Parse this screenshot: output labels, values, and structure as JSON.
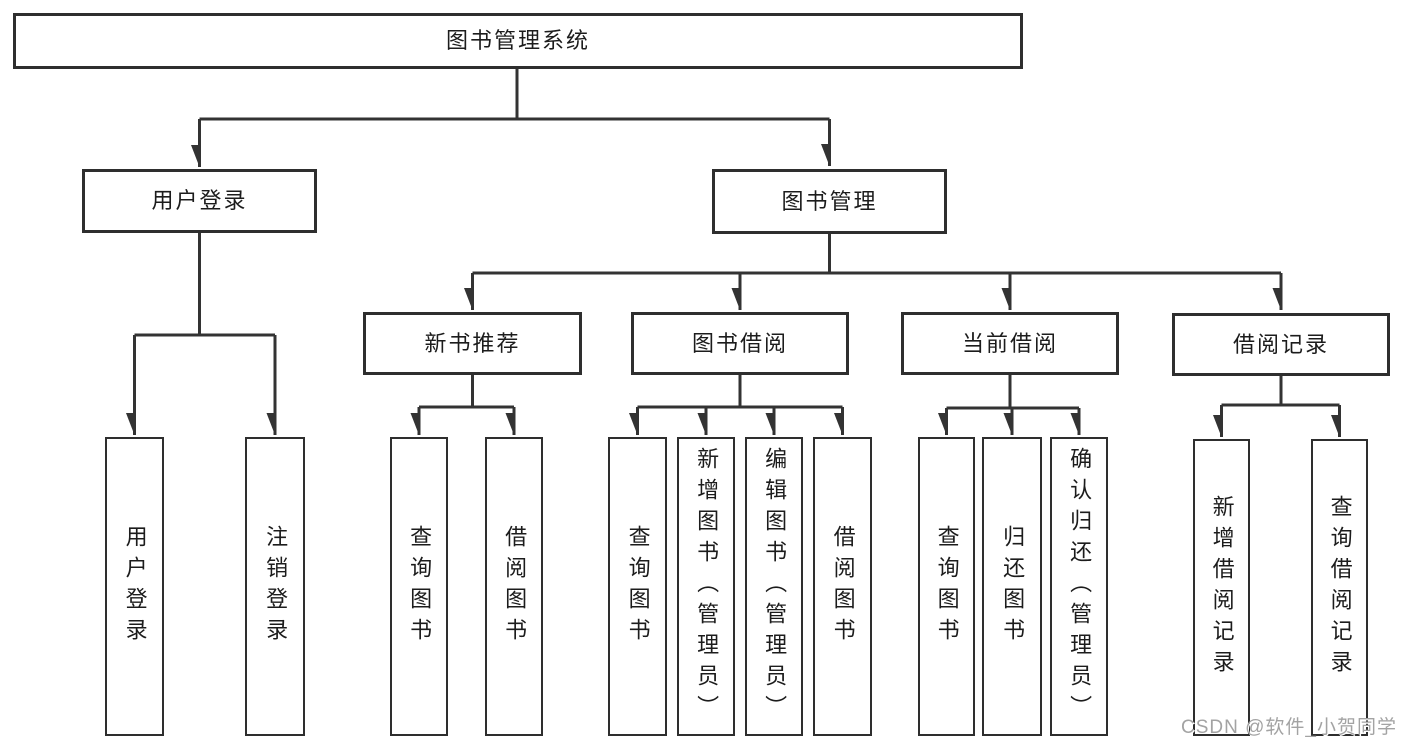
{
  "colors": {
    "background": "#ffffff",
    "line": "#333333",
    "box_border": "#2e2e2e",
    "text": "#1c1c1c",
    "watermark": "#a3a3a3"
  },
  "nodes": {
    "root": {
      "label": "图书管理系统"
    },
    "user_login": {
      "label": "用户登录"
    },
    "book_mgmt": {
      "label": "图书管理"
    },
    "new_book_rec": {
      "label": "新书推荐"
    },
    "book_borrow": {
      "label": "图书借阅"
    },
    "current_borrow": {
      "label": "当前借阅"
    },
    "borrow_records": {
      "label": "借阅记录"
    },
    "leaves": {
      "user_login": {
        "label": "用户登录"
      },
      "logout": {
        "label": "注销登录"
      },
      "rec_query_book": {
        "label": "查询图书"
      },
      "rec_borrow_book": {
        "label": "借阅图书"
      },
      "bb_query_book": {
        "label": "查询图书"
      },
      "bb_add_book": {
        "label": "新增图书（管理员）"
      },
      "bb_edit_book": {
        "label": "编辑图书（管理员）"
      },
      "bb_borrow_book": {
        "label": "借阅图书"
      },
      "cb_query_book": {
        "label": "查询图书"
      },
      "cb_return_book": {
        "label": "归还图书"
      },
      "cb_confirm_return": {
        "label": "确认归还（管理员）"
      },
      "br_add_record": {
        "label": "新增借阅记录"
      },
      "br_query_record": {
        "label": "查询借阅记录"
      }
    }
  },
  "watermark": {
    "text": "CSDN @软件_小贺同学"
  }
}
